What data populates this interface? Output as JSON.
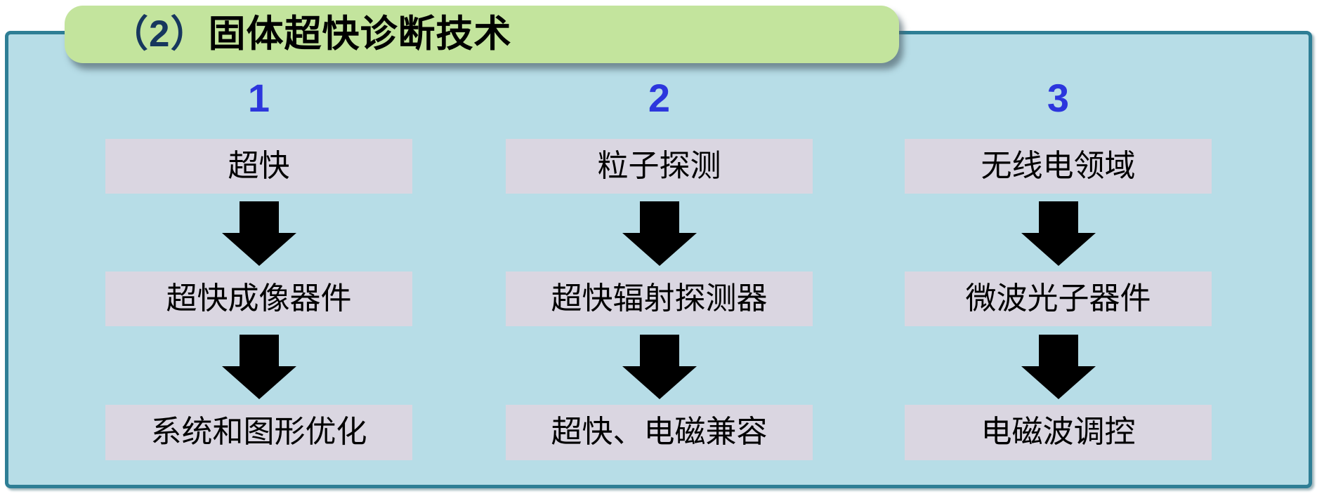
{
  "header": {
    "number_prefix": "（2）",
    "title": "固体超快诊断技术"
  },
  "columns": [
    {
      "number": "1",
      "steps": [
        "超快",
        "超快成像器件",
        "系统和图形优化"
      ]
    },
    {
      "number": "2",
      "steps": [
        "粒子探测",
        "超快辐射探测器",
        "超快、电磁兼容"
      ]
    },
    {
      "number": "3",
      "steps": [
        "无线电领域",
        "微波光子器件",
        "电磁波调控"
      ]
    }
  ],
  "icons": {
    "down_arrow": "black-block-down-arrow"
  },
  "colors": {
    "panel_fill": "#b7dde7",
    "panel_border": "#2e7e95",
    "header_fill": "#c3e49d",
    "header_prefix_color": "#17375e",
    "header_title_color": "#000000",
    "column_number_color": "#2c36dd",
    "step_fill": "#dad6e1",
    "step_text_color": "#000000",
    "arrow_color": "#000000"
  }
}
